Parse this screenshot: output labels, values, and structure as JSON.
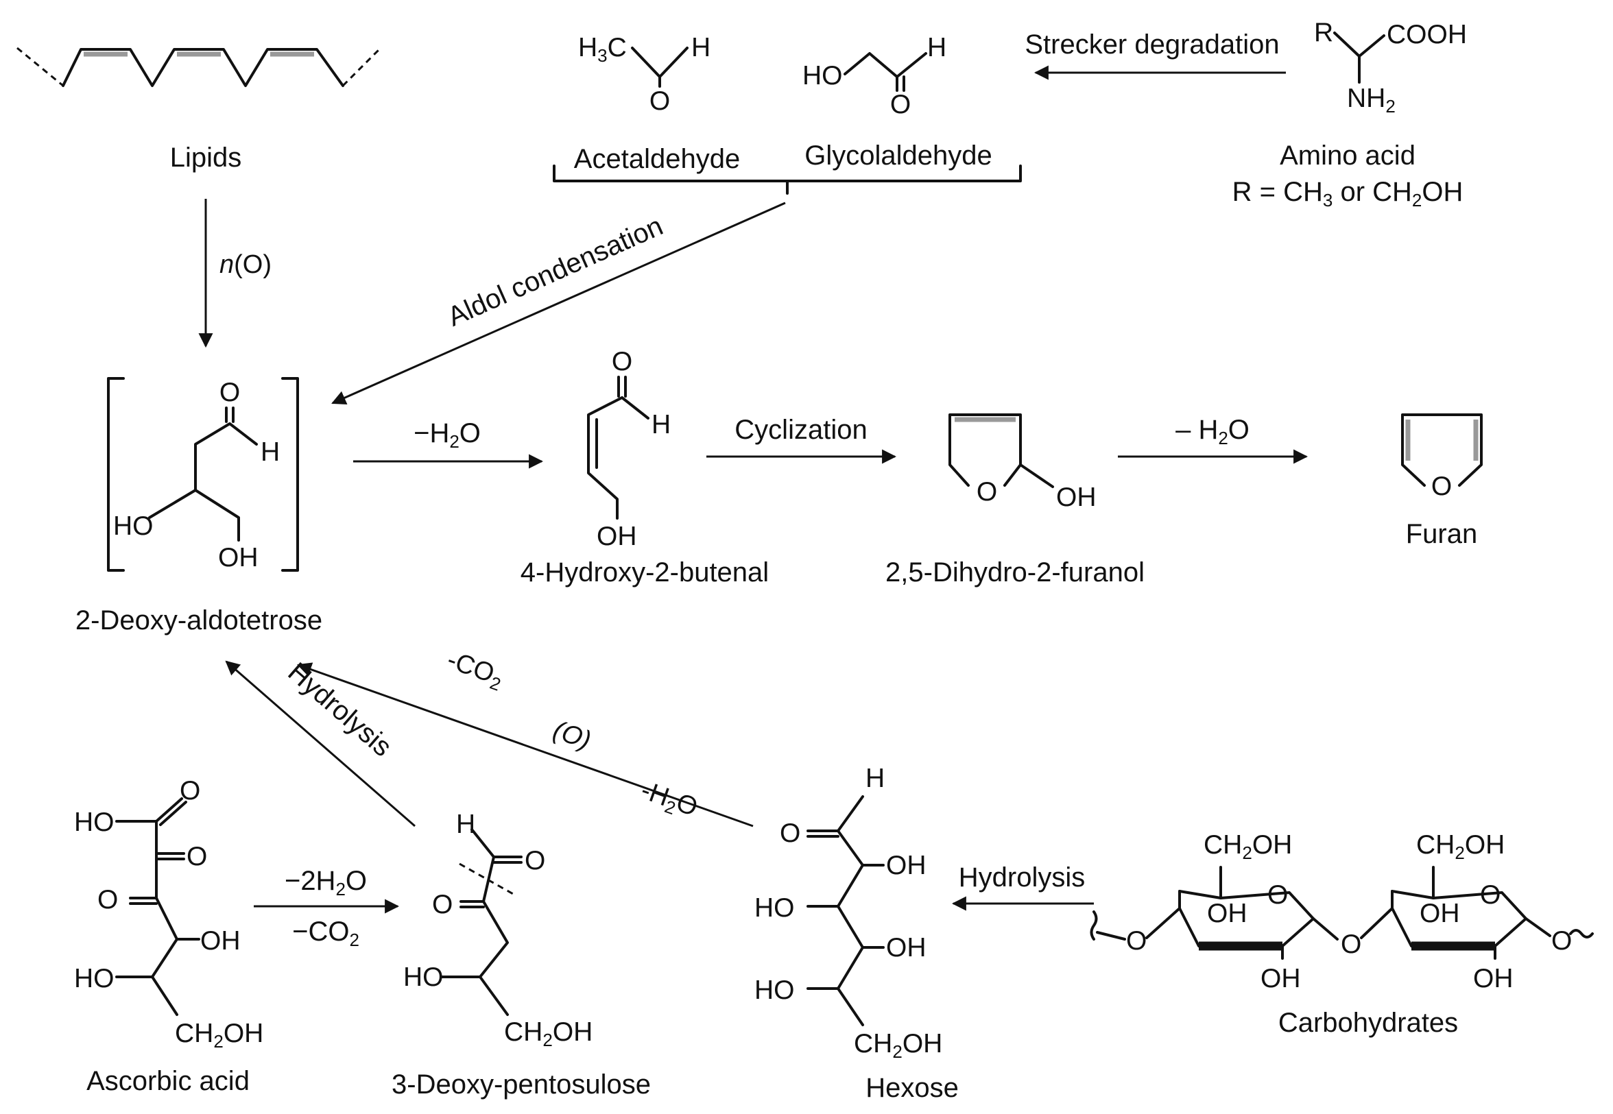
{
  "molecules": {
    "lipids": "Lipids",
    "acetaldehyde": "Acetaldehyde",
    "glycolaldehyde": "Glycolaldehyde",
    "amino_acid": "Amino acid",
    "deoxy_aldotetrose": "2-Deoxy-aldotetrose",
    "hydroxy_butenal": "4-Hydroxy-2-butenal",
    "dihydro_furanol": "2,5-Dihydro-2-furanol",
    "furan": "Furan",
    "ascorbic_acid": "Ascorbic acid",
    "deoxy_pentosulose": "3-Deoxy-pentosulose",
    "hexose": "Hexose",
    "carbohydrates": "Carbohydrates"
  },
  "amino_acid_r": {
    "prefix": "R = CH",
    "sub1": "3",
    "middle": " or CH",
    "sub2": "2",
    "suffix": "OH"
  },
  "reactions": {
    "strecker": "Strecker degradation",
    "aldol": "Aldol condensation",
    "oxidation": "n(O)",
    "cyclization": "Cyclization",
    "dehydration": "−H2O",
    "furan_dehydration": "– H2O",
    "ascorbic_step": "−2H2O / −CO2",
    "hydrolysis_pentosulose": "Hydrolysis",
    "hydrolysis_carbs": "Hydrolysis",
    "hexose_path": "-CO2 (O) -H2O"
  },
  "atoms": {
    "H": "H",
    "O": "O",
    "OH": "OH",
    "HO": "HO",
    "COOH": "COOH",
    "NH": "NH",
    "R": "R",
    "CH": "CH",
    "two": "2",
    "three": "3"
  }
}
